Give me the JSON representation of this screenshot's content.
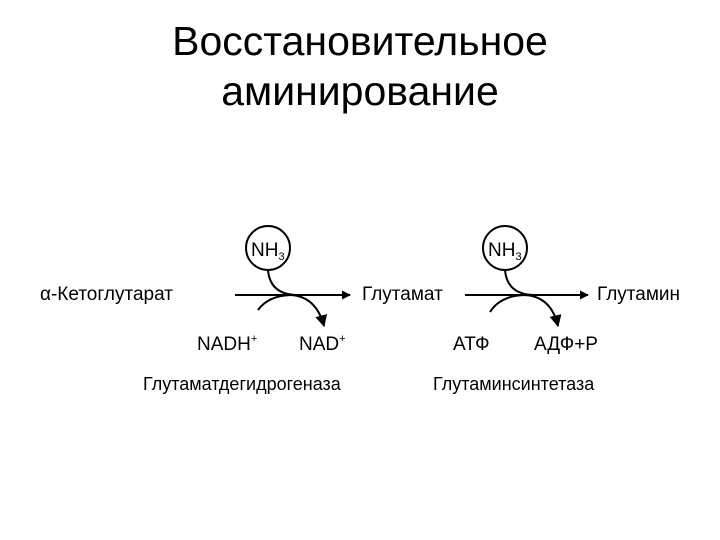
{
  "slide": {
    "title_line1": "Восстановительное",
    "title_line2": "аминирование"
  },
  "reaction1": {
    "substrate": "α-Кетоглутарат",
    "product": "Глутамат",
    "cosubstrate_main": "NH",
    "cosubstrate_sub": "3",
    "cofactor_in_main": "NADH",
    "cofactor_in_sup": "+",
    "cofactor_out_main": "NAD",
    "cofactor_out_sup": "+",
    "enzyme": "Глутаматдегидрогеназа"
  },
  "reaction2": {
    "product": "Глутамин",
    "cosubstrate_main": "NH",
    "cosubstrate_sub": "3",
    "cofactor_in": "АТФ",
    "cofactor_out": "АДФ+Р",
    "enzyme": "Глутаминсинтетаза"
  }
}
